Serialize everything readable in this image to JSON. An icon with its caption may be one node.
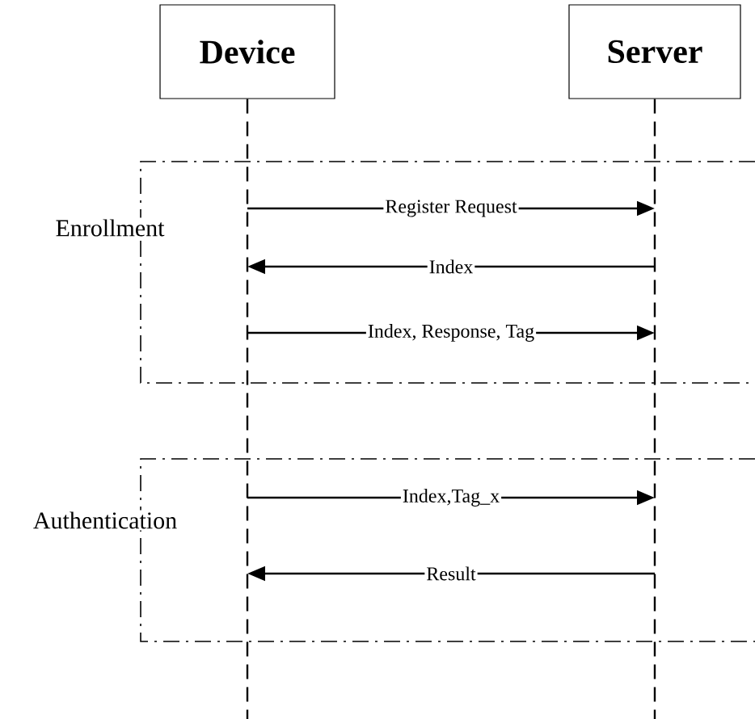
{
  "diagram": {
    "nodes": [
      {
        "text": [
          "Device"
        ]
      },
      {
        "text": [
          "Server"
        ]
      }
    ],
    "edges": [
      {
        "from": 0,
        "to": 1,
        "arrow": "to",
        "label": "Register Request"
      },
      {
        "from": 1,
        "to": 0,
        "arrow": "to",
        "label": "Index"
      },
      {
        "from": 0,
        "to": 1,
        "arrow": "to",
        "label": "Index, Response, Tag"
      },
      {
        "from": 0,
        "to": 1,
        "arrow": "to",
        "label": "Index,Tag_x"
      },
      {
        "from": 1,
        "to": 0,
        "arrow": "to",
        "label": "Result"
      }
    ],
    "labels": [
      "Enrollment",
      "Authentication"
    ]
  }
}
